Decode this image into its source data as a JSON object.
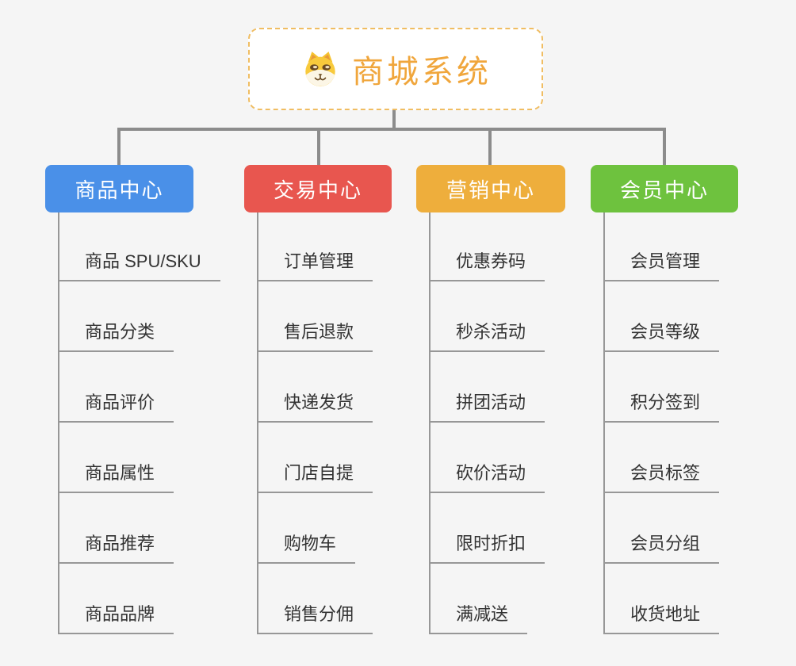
{
  "canvas": {
    "background_color": "#f5f5f5",
    "connector_color": "#8c8c8c",
    "leaf_line_color": "#979797"
  },
  "root": {
    "label": "商城系统",
    "icon": "dog-face-icon",
    "text_color": "#f0a63c",
    "border_color": "#f0bd62",
    "background_color": "#ffffff"
  },
  "branches": [
    {
      "label": "商品中心",
      "color": "#4a90e8",
      "items": [
        "商品 SPU/SKU",
        "商品分类",
        "商品评价",
        "商品属性",
        "商品推荐",
        "商品品牌"
      ]
    },
    {
      "label": "交易中心",
      "color": "#e8564f",
      "items": [
        "订单管理",
        "售后退款",
        "快递发货",
        "门店自提",
        "购物车",
        "销售分佣"
      ]
    },
    {
      "label": "营销中心",
      "color": "#eeae3c",
      "items": [
        "优惠券码",
        "秒杀活动",
        "拼团活动",
        "砍价活动",
        "限时折扣",
        "满减送"
      ]
    },
    {
      "label": "会员中心",
      "color": "#6ec23e",
      "items": [
        "会员管理",
        "会员等级",
        "积分签到",
        "会员标签",
        "会员分组",
        "收货地址"
      ]
    }
  ]
}
